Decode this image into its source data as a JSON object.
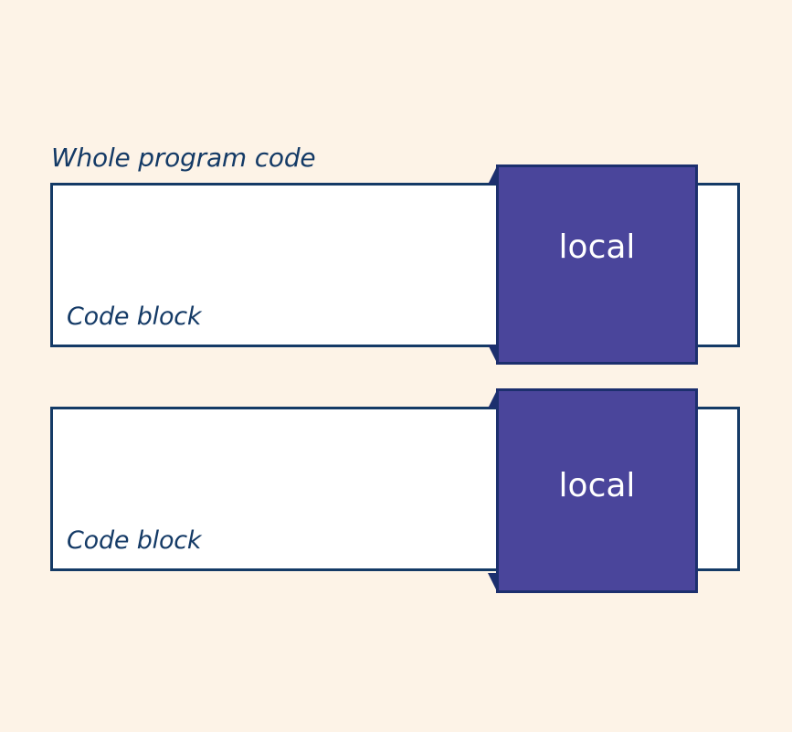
{
  "diagram": {
    "background_color": "#fdf3e7",
    "caption": "Whole program code",
    "rows": [
      {
        "bar_label": "Code block",
        "panel_label": "local"
      },
      {
        "bar_label": "Code block",
        "panel_label": "local"
      }
    ],
    "colors": {
      "background": "#fdf3e7",
      "bar_fill": "#ffffff",
      "bar_border": "#143a66",
      "panel_fill": "#4a459b",
      "panel_border": "#1c2f6e",
      "panel_text": "#ffffff",
      "label_text": "#143a66"
    }
  }
}
